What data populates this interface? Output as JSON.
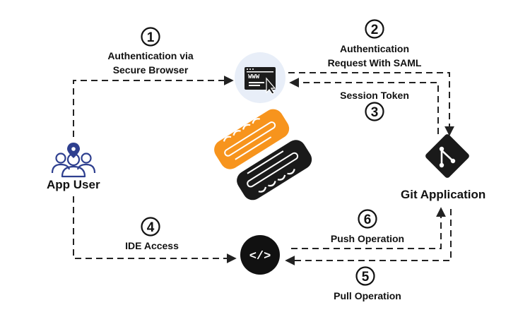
{
  "nodes": {
    "app_user": "App User",
    "git_app": "Git Application",
    "browser_text": "WWW",
    "ide_glyph": "</>"
  },
  "steps": [
    {
      "num": "1",
      "lines": [
        "Authentication via",
        "Secure Browser"
      ]
    },
    {
      "num": "2",
      "lines": [
        "Authentication",
        "Request With SAML"
      ]
    },
    {
      "num": "3",
      "lines": [
        "Session Token"
      ]
    },
    {
      "num": "4",
      "lines": [
        "IDE Access"
      ]
    },
    {
      "num": "5",
      "lines": [
        "Pull Operation"
      ]
    },
    {
      "num": "6",
      "lines": [
        "Push Operation"
      ]
    }
  ],
  "colors": {
    "line": "#222222",
    "orange": "#F7941D",
    "dark": "#1a1a1a",
    "user_icon": "#2E3F8F",
    "browser_bg": "#E8EEF8"
  }
}
